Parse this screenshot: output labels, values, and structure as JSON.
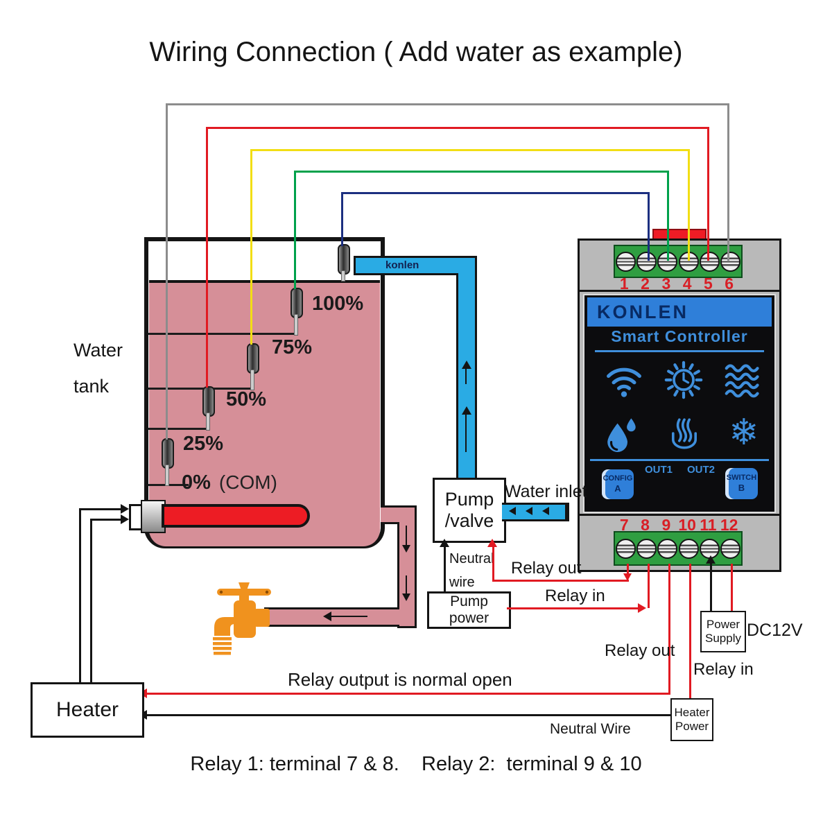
{
  "title": "Wiring Connection ( Add water as example)",
  "tank": {
    "label_line1": "Water",
    "label_line2": "tank",
    "levels": [
      "100%",
      "75%",
      "50%",
      "25%"
    ],
    "level0": "0%",
    "level0_suffix": "(COM)",
    "pipe_brand": "konlen"
  },
  "pump": {
    "box_line1": "Pump",
    "box_line2": "/valve",
    "power_box": "Pump power",
    "water_inlet": "Water inlet",
    "neutral_line1": "Neutral",
    "neutral_line2": "wire",
    "relay_out": "Relay out",
    "relay_in": "Relay in"
  },
  "heater": {
    "box": "Heater",
    "power_line1": "Heater",
    "power_line2": "Power",
    "relay_out": "Relay out",
    "relay_in": "Relay in",
    "normal_open_note": "Relay output is normal open",
    "neutral_wire": "Neutral Wire"
  },
  "power": {
    "supply_line1": "Power",
    "supply_line2": "Supply",
    "voltage": "DC12V"
  },
  "controller": {
    "brand": "KONLEN",
    "subtitle": "Smart Controller",
    "top_terminals": [
      "1",
      "2",
      "3",
      "4",
      "5",
      "6"
    ],
    "bottom_terminals": [
      "7",
      "8",
      "9",
      "10",
      "11",
      "12"
    ],
    "out1": "OUT1",
    "out2": "OUT2",
    "config_line1": "CONFIG",
    "config_line2": "A",
    "switch_line1": "SWITCH",
    "switch_line2": "B",
    "snowflake_glyph": "❄",
    "icons": [
      "wifi",
      "timer",
      "water-waves",
      "water-drop",
      "heating",
      "snowflake"
    ]
  },
  "footnote": "Relay 1: terminal 7 & 8.    Relay 2:  terminal 9 & 10",
  "colors": {
    "water_pink": "#d68f98",
    "pipe_blue": "#2aabe4",
    "wire_red": "#e11a22",
    "wire_yellow": "#f2de14",
    "wire_green": "#00a14b",
    "wire_navy": "#1c2f80",
    "wire_gray": "#8c8c8c",
    "terminal_green": "#2f9e41",
    "panel_blue": "#2f7fd9",
    "panel_text": "#082a63",
    "screen_black": "#0c0c0e",
    "controller_gray": "#b9b9b9",
    "heater_red": "#ed1c24",
    "faucet_orange": "#f0921e",
    "number_red": "#d81f26"
  }
}
